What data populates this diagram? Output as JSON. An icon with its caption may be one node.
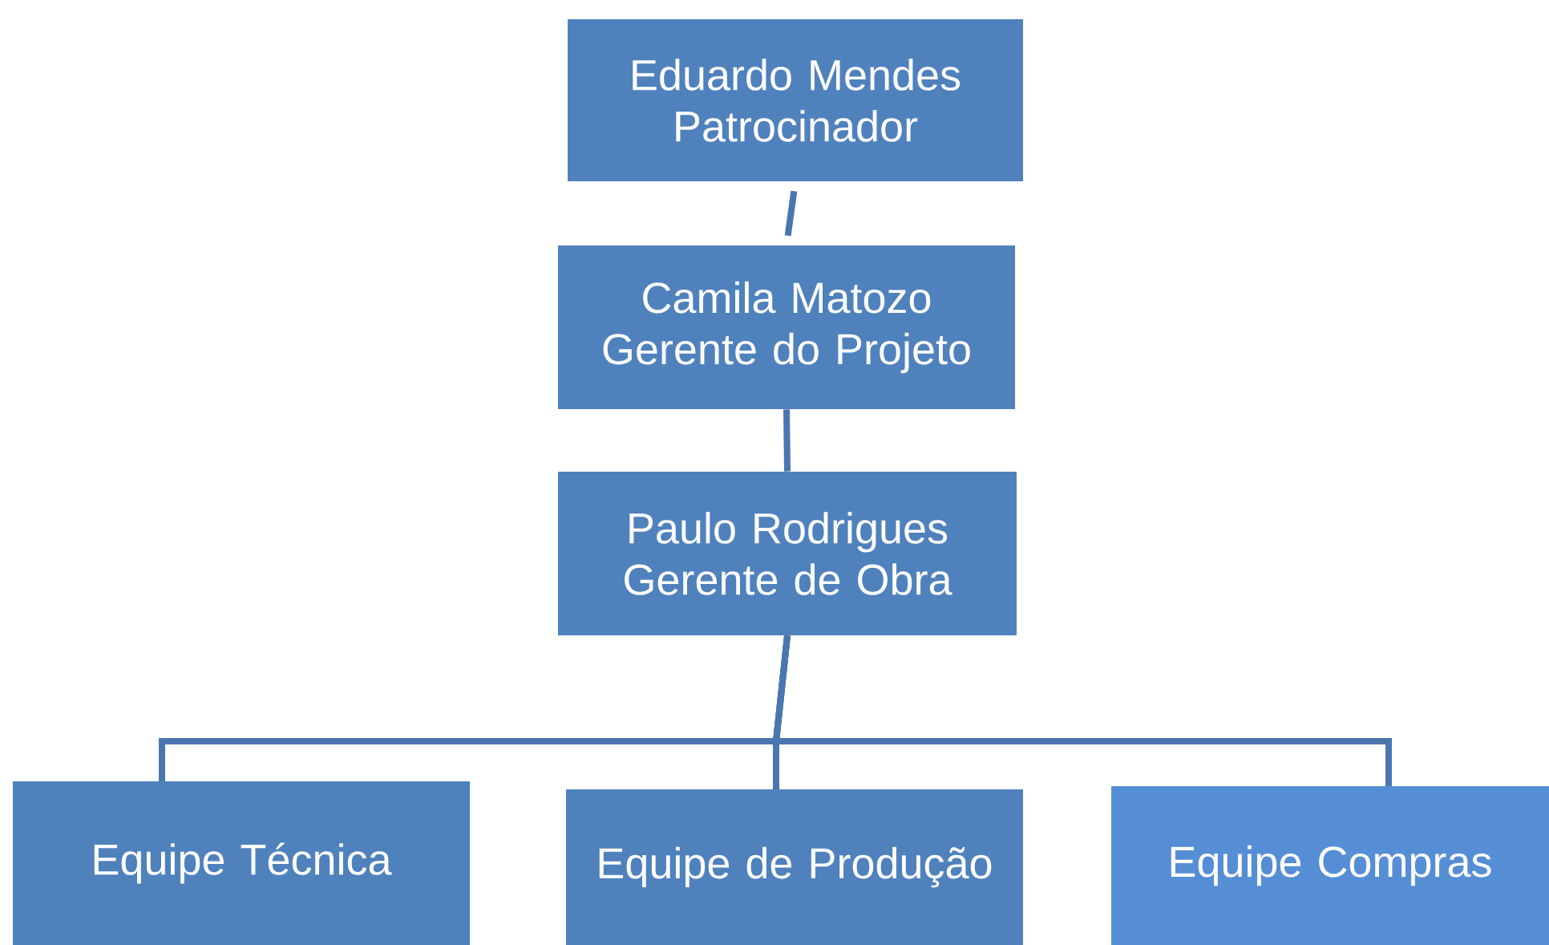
{
  "diagram": {
    "nodes": [
      {
        "text": [
          "Eduardo Mendes Patrocinador"
        ]
      },
      {
        "text": [
          "Camila Matozo Gerente do Projeto"
        ]
      },
      {
        "text": [
          "Paulo Rodrigues Gerente de Obra"
        ]
      },
      {
        "text": [
          "Equipe Técnica"
        ]
      },
      {
        "text": [
          "Equipe de Produção"
        ]
      },
      {
        "text": [
          "Equipe Compras"
        ]
      }
    ],
    "edges": [
      {
        "from": 0,
        "to": 1,
        "arrow": "none"
      },
      {
        "from": 1,
        "to": 2,
        "arrow": "none"
      },
      {
        "from": 2,
        "to": 3,
        "arrow": "none"
      },
      {
        "from": 2,
        "to": 4,
        "arrow": "none"
      },
      {
        "from": 2,
        "to": 5,
        "arrow": "none"
      }
    ]
  }
}
